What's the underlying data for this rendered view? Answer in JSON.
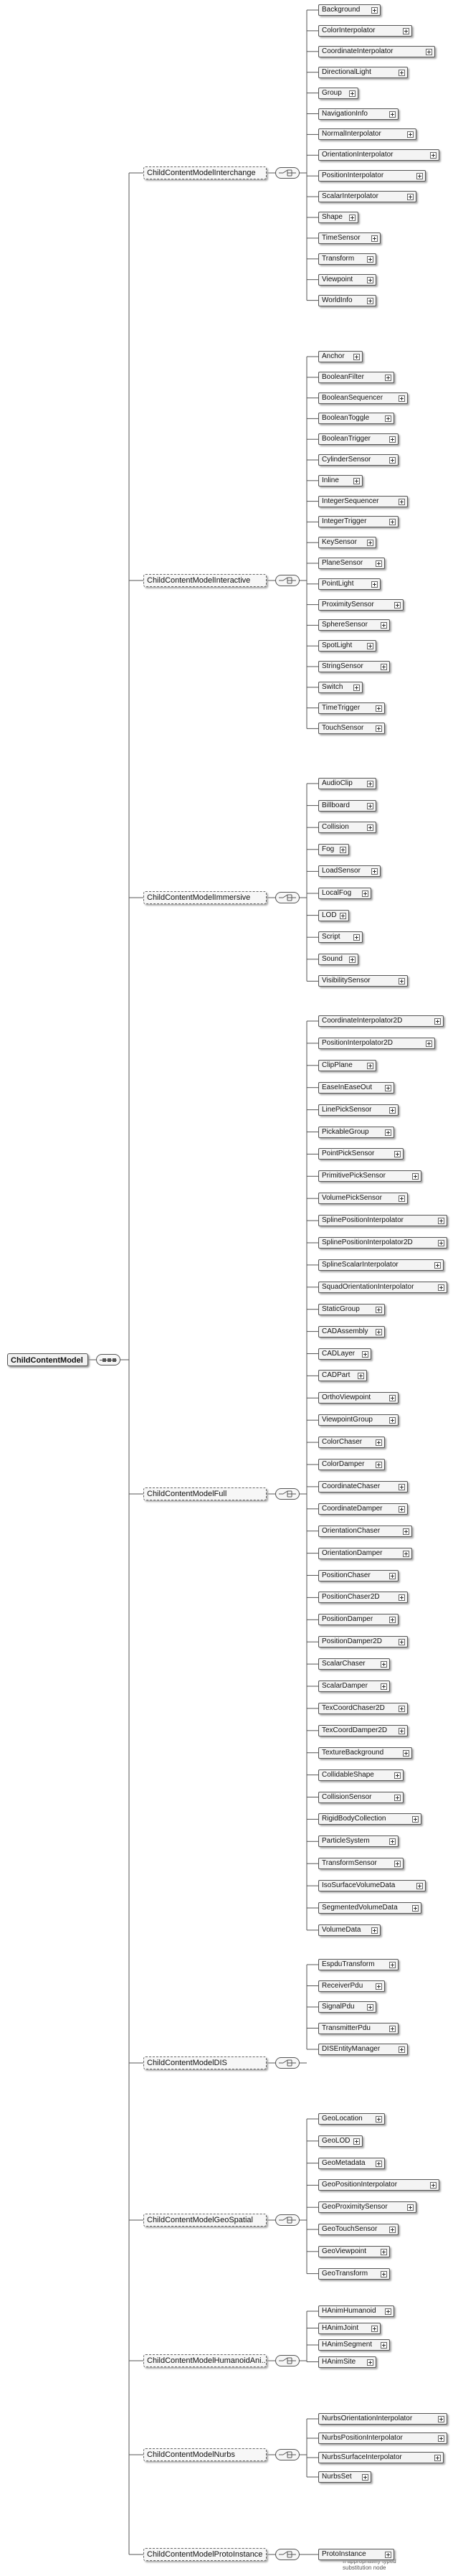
{
  "root": {
    "label": "ChildContentModel"
  },
  "note": [
    "If appropriately typed",
    "substitution node"
  ],
  "groups": [
    {
      "name": "ChildContentModelInterchange",
      "items": [
        "Background",
        "ColorInterpolator",
        "CoordinateInterpolator",
        "DirectionalLight",
        "Group",
        "NavigationInfo",
        "NormalInterpolator",
        "OrientationInterpolator",
        "PositionInterpolator",
        "ScalarInterpolator",
        "Shape",
        "TimeSensor",
        "Transform",
        "Viewpoint",
        "WorldInfo"
      ]
    },
    {
      "name": "ChildContentModelInteractive",
      "items": [
        "Anchor",
        "BooleanFilter",
        "BooleanSequencer",
        "BooleanToggle",
        "BooleanTrigger",
        "CylinderSensor",
        "Inline",
        "IntegerSequencer",
        "IntegerTrigger",
        "KeySensor",
        "PlaneSensor",
        "PointLight",
        "ProximitySensor",
        "SphereSensor",
        "SpotLight",
        "StringSensor",
        "Switch",
        "TimeTrigger",
        "TouchSensor"
      ]
    },
    {
      "name": "ChildContentModelImmersive",
      "items": [
        "AudioClip",
        "Billboard",
        "Collision",
        "Fog",
        "LoadSensor",
        "LocalFog",
        "LOD",
        "Script",
        "Sound",
        "VisibilitySensor"
      ]
    },
    {
      "name": "ChildContentModelFull",
      "items": [
        "CoordinateInterpolator2D",
        "PositionInterpolator2D",
        "ClipPlane",
        "EaseInEaseOut",
        "LinePickSensor",
        "PickableGroup",
        "PointPickSensor",
        "PrimitivePickSensor",
        "VolumePickSensor",
        "SplinePositionInterpolator",
        "SplinePositionInterpolator2D",
        "SplineScalarInterpolator",
        "SquadOrientationInterpolator",
        "StaticGroup",
        "CADAssembly",
        "CADLayer",
        "CADPart",
        "OrthoViewpoint",
        "ViewpointGroup",
        "ColorChaser",
        "ColorDamper",
        "CoordinateChaser",
        "CoordinateDamper",
        "OrientationChaser",
        "OrientationDamper",
        "PositionChaser",
        "PositionChaser2D",
        "PositionDamper",
        "PositionDamper2D",
        "ScalarChaser",
        "ScalarDamper",
        "TexCoordChaser2D",
        "TexCoordDamper2D",
        "TextureBackground",
        "CollidableShape",
        "CollisionSensor",
        "RigidBodyCollection",
        "ParticleSystem",
        "TransformSensor",
        "IsoSurfaceVolumeData",
        "SegmentedVolumeData",
        "VolumeData"
      ]
    },
    {
      "name": "ChildContentModelDIS",
      "items": [
        "EspduTransform",
        "ReceiverPdu",
        "SignalPdu",
        "TransmitterPdu",
        "DISEntityManager"
      ]
    },
    {
      "name": "ChildContentModelGeoSpatial",
      "items": [
        "GeoLocation",
        "GeoLOD",
        "GeoMetadata",
        "GeoPositionInterpolator",
        "GeoProximitySensor",
        "GeoTouchSensor",
        "GeoViewpoint",
        "GeoTransform"
      ]
    },
    {
      "name": "ChildContentModelHumanoidAni...",
      "items": [
        "HAnimHumanoid",
        "HAnimJoint",
        "HAnimSegment",
        "HAnimSite"
      ]
    },
    {
      "name": "ChildContentModelNurbs",
      "items": [
        "NurbsOrientationInterpolator",
        "NurbsPositionInterpolator",
        "NurbsSurfaceInterpolator",
        "NurbsSet"
      ]
    },
    {
      "name": "ChildContentModelProtoInstance",
      "items": [
        "ProtoInstance"
      ]
    }
  ]
}
